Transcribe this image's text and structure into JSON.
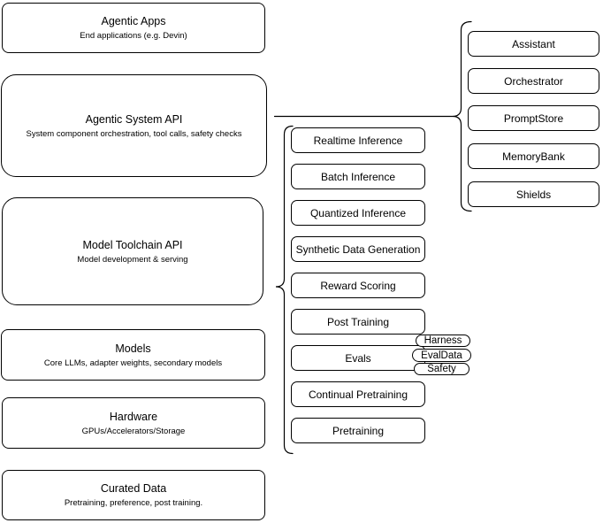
{
  "colors": {
    "stroke": "#000000",
    "fill": "#ffffff",
    "text": "#000000",
    "background": "#ffffff"
  },
  "stack": [
    {
      "title": "Agentic Apps",
      "subtitle": "End applications (e.g. Devin)"
    },
    {
      "title": "Agentic System API",
      "subtitle": "System component orchestration, tool calls, safety checks"
    },
    {
      "title": "Model Toolchain API",
      "subtitle": "Model development & serving"
    },
    {
      "title": "Models",
      "subtitle": "Core LLMs, adapter weights, secondary models"
    },
    {
      "title": "Hardware",
      "subtitle": "GPUs/Accelerators/Storage"
    },
    {
      "title": "Curated Data",
      "subtitle": "Pretraining, preference, post training."
    }
  ],
  "toolchain_items": [
    "Realtime Inference",
    "Batch Inference",
    "Quantized Inference",
    "Synthetic Data Generation",
    "Reward Scoring",
    "Post Training",
    "Evals",
    "Continual Pretraining",
    "Pretraining"
  ],
  "eval_tags": [
    "Harness",
    "EvalData",
    "Safety"
  ],
  "system_components": [
    "Assistant",
    "Orchestrator",
    "PromptStore",
    "MemoryBank",
    "Shields"
  ]
}
